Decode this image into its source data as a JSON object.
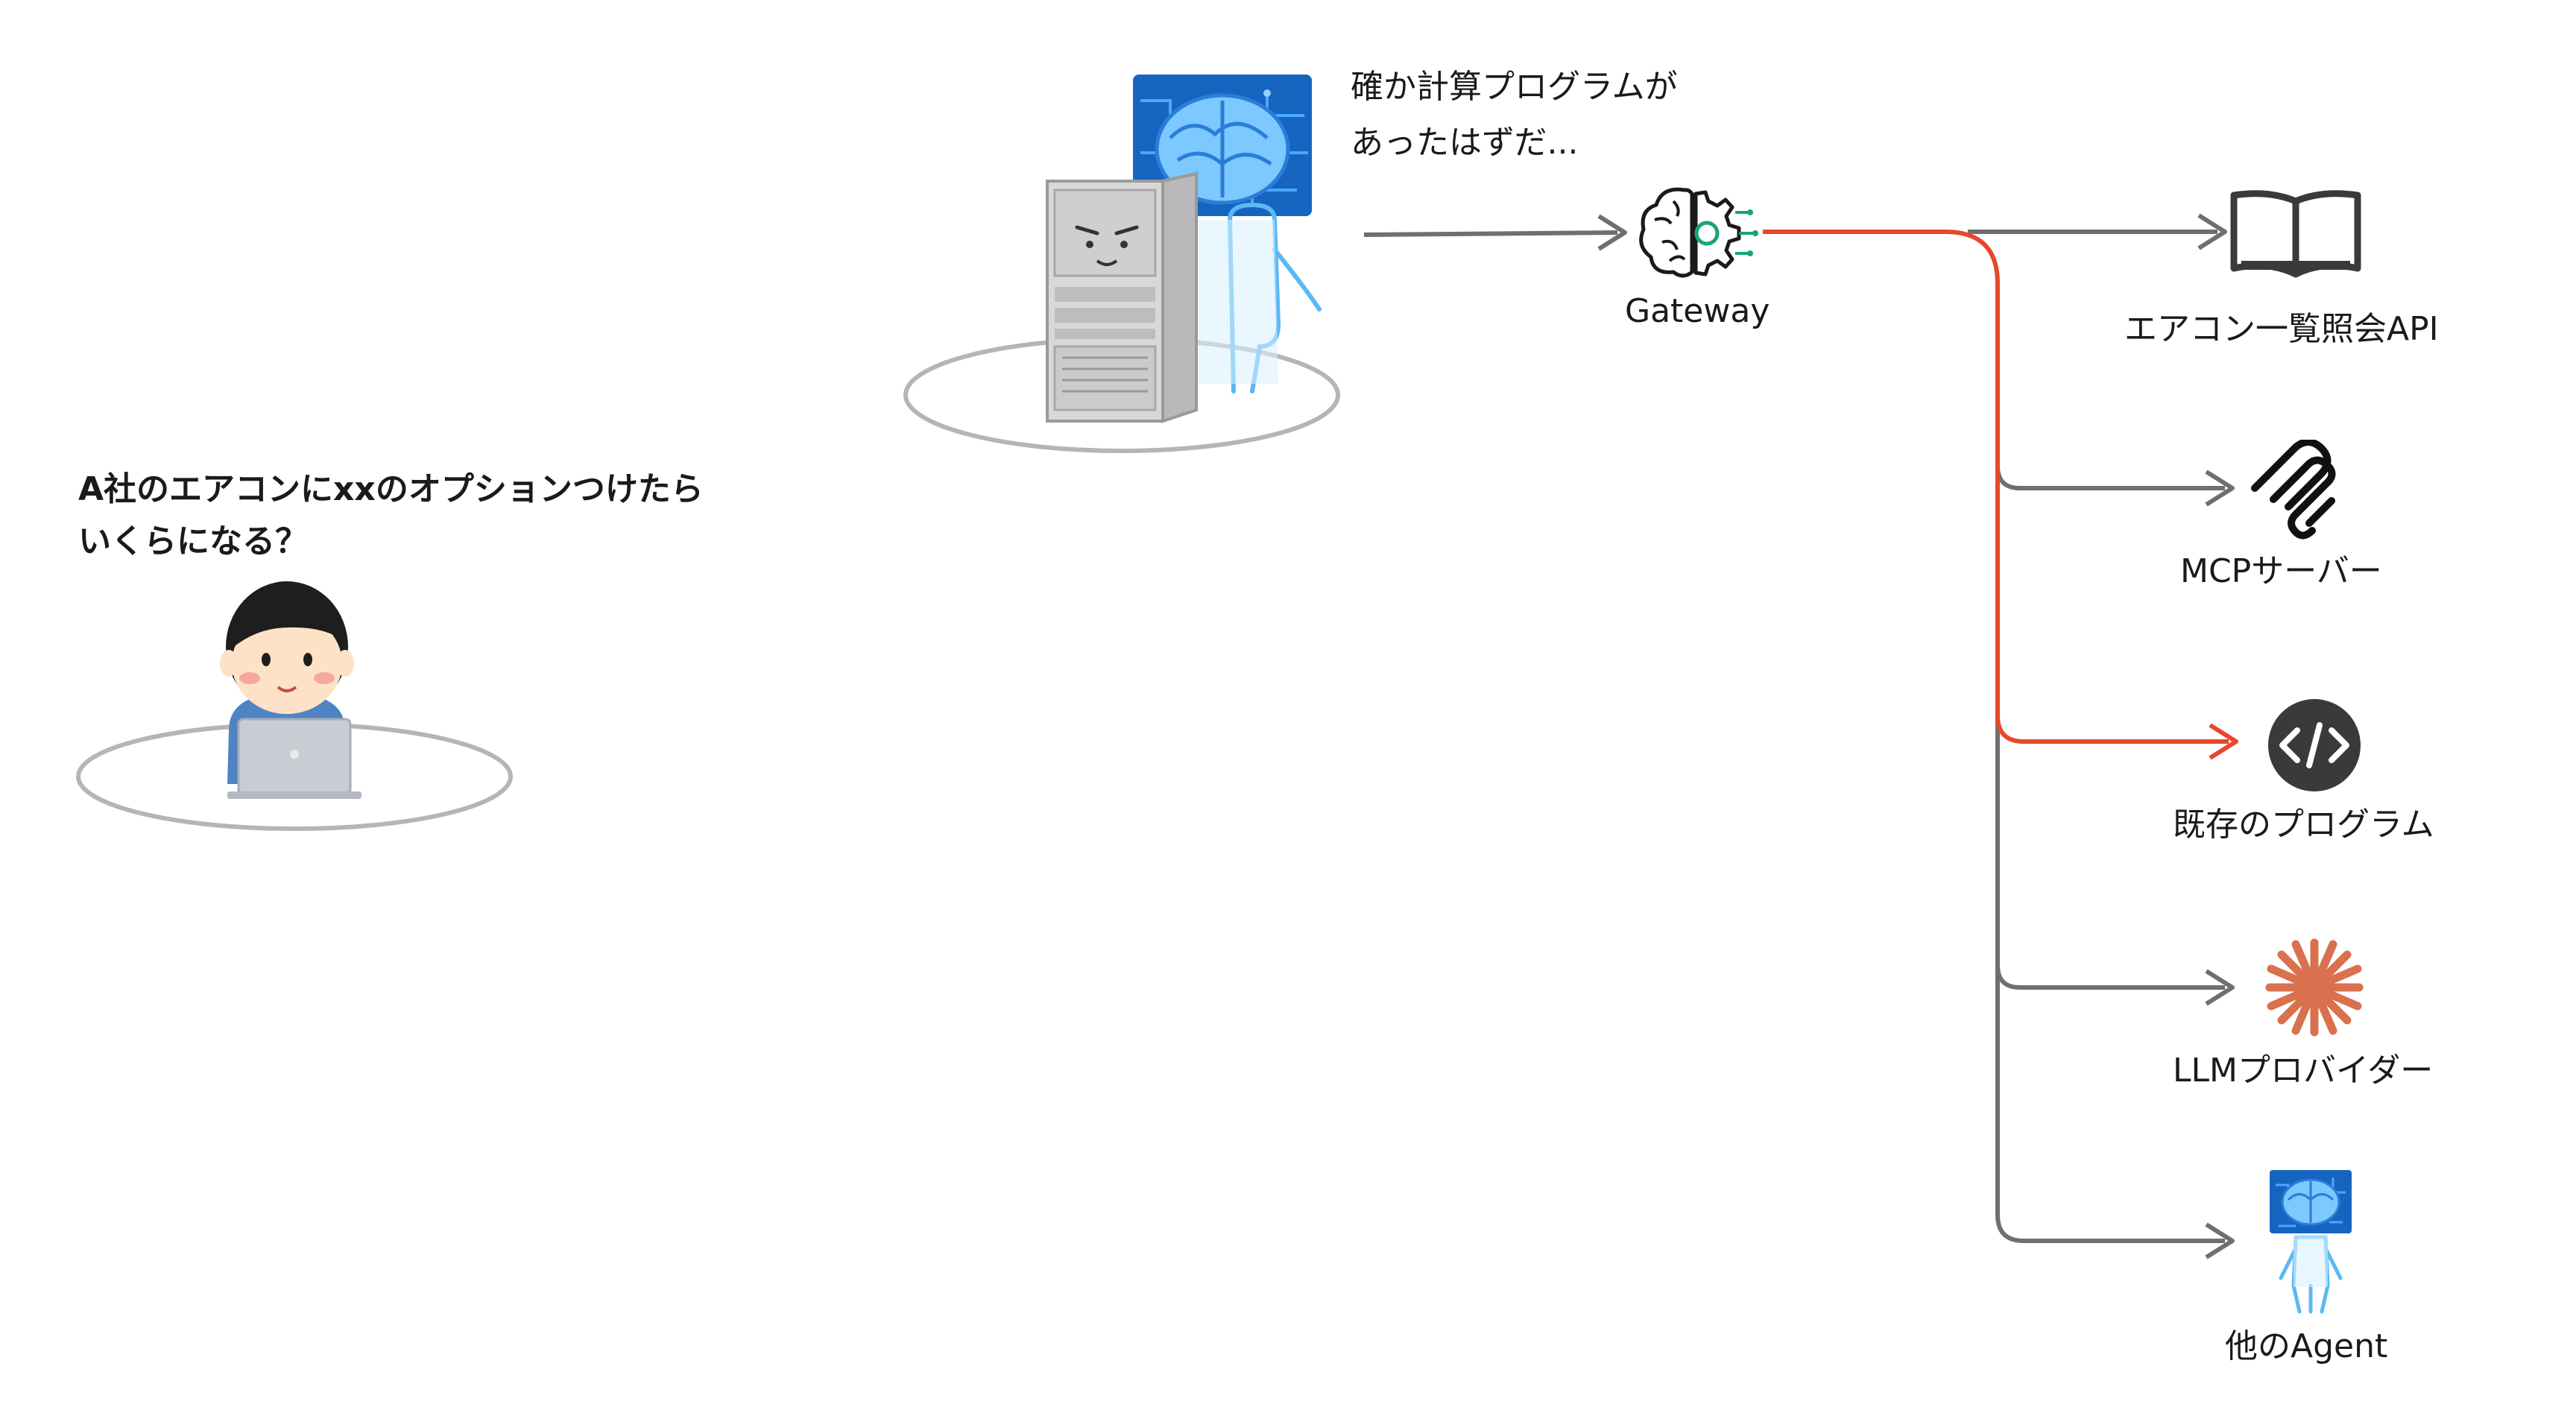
{
  "user": {
    "question_line1": "A社のエアコンにxxのオプションつけたら",
    "question_line2": "いくらになる？"
  },
  "agent": {
    "thought_line1": "確か計算プログラムが",
    "thought_line2": "あったはずだ..."
  },
  "gateway": {
    "label": "Gateway"
  },
  "targets": [
    {
      "label": "エアコン一覧照会API",
      "icon": "book-icon",
      "highlighted": false
    },
    {
      "label": "MCPサーバー",
      "icon": "mcp-icon",
      "highlighted": false
    },
    {
      "label": "既存のプログラム",
      "icon": "code-icon",
      "highlighted": true
    },
    {
      "label": "LLMプロバイダー",
      "icon": "llm-sparkle-icon",
      "highlighted": false
    },
    {
      "label": "他のAgent",
      "icon": "agent-robot-icon",
      "highlighted": false
    }
  ],
  "colors": {
    "route_highlight": "#e8472a",
    "route_default": "#6f6f6f",
    "agent_blue": "#1565c0",
    "agent_light": "#8fd3ff",
    "gateway_teal": "#1aa37a",
    "llm_orange": "#d9714e"
  }
}
